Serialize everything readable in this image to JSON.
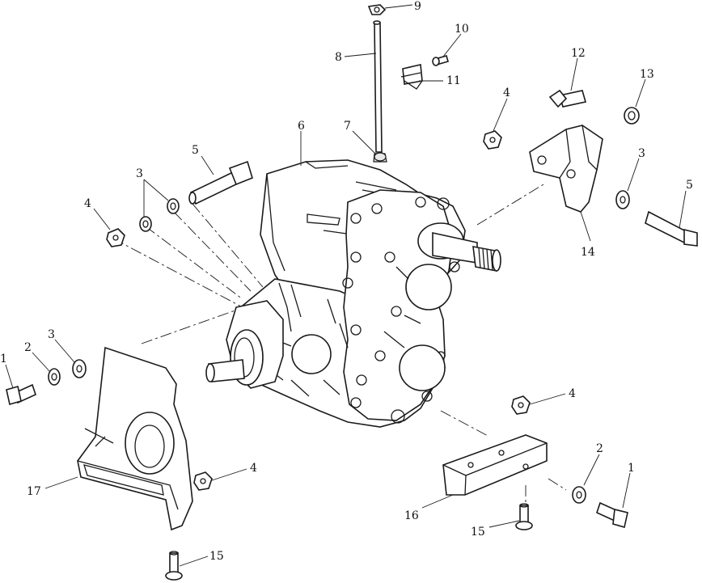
{
  "callouts": [
    {
      "id": "c1a",
      "text": "1"
    },
    {
      "id": "c2a",
      "text": "2"
    },
    {
      "id": "c3a",
      "text": "3"
    },
    {
      "id": "c4a",
      "text": "4"
    },
    {
      "id": "c3b",
      "text": "3"
    },
    {
      "id": "c5a",
      "text": "5"
    },
    {
      "id": "c6",
      "text": "6"
    },
    {
      "id": "c7",
      "text": "7"
    },
    {
      "id": "c8",
      "text": "8"
    },
    {
      "id": "c9",
      "text": "9"
    },
    {
      "id": "c10",
      "text": "10"
    },
    {
      "id": "c11",
      "text": "11"
    },
    {
      "id": "c12",
      "text": "12"
    },
    {
      "id": "c13",
      "text": "13"
    },
    {
      "id": "c4b",
      "text": "4"
    },
    {
      "id": "c3c",
      "text": "3"
    },
    {
      "id": "c5b",
      "text": "5"
    },
    {
      "id": "c14",
      "text": "14"
    },
    {
      "id": "c4c",
      "text": "4"
    },
    {
      "id": "c2b",
      "text": "2"
    },
    {
      "id": "c1b",
      "text": "1"
    },
    {
      "id": "c16",
      "text": "16"
    },
    {
      "id": "c15a",
      "text": "15"
    },
    {
      "id": "c17",
      "text": "17"
    },
    {
      "id": "c4d",
      "text": "4"
    },
    {
      "id": "c15b",
      "text": "15"
    }
  ]
}
